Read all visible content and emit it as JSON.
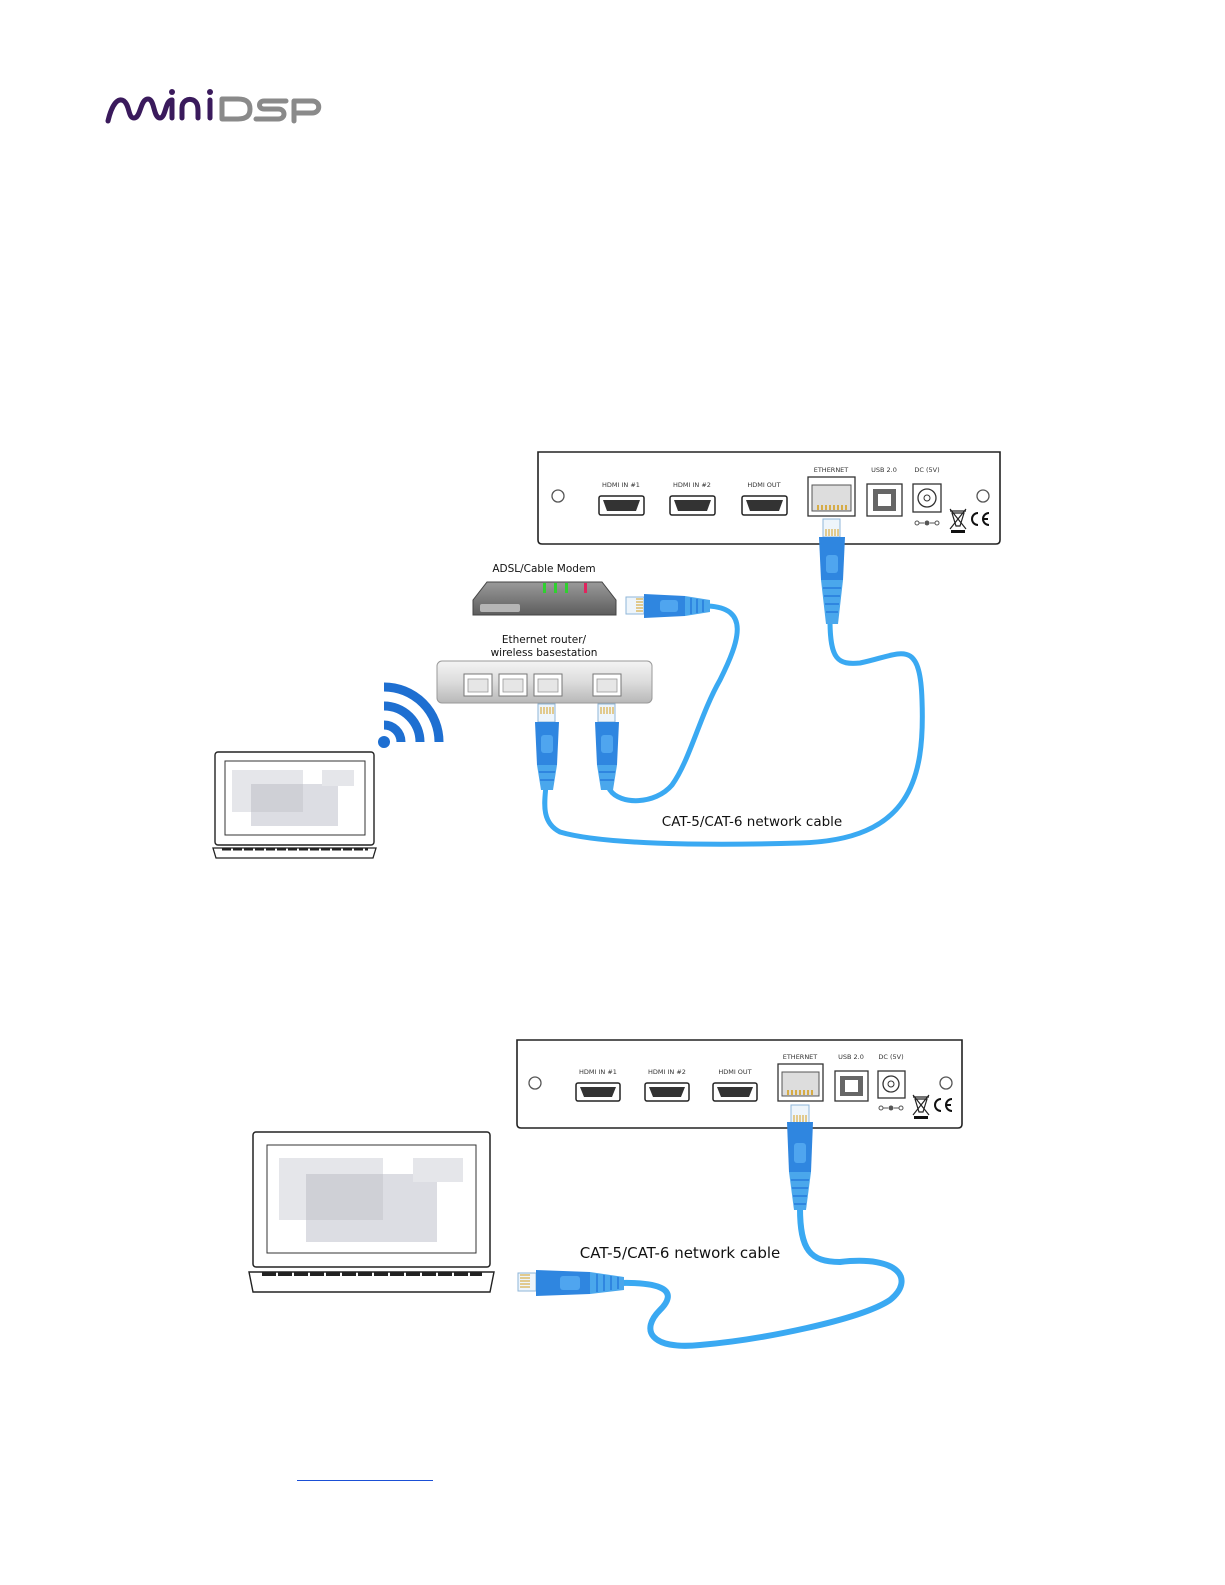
{
  "logo": {
    "text": "miniDSP"
  },
  "colors": {
    "cable": "#3aa9f2",
    "connector": "#2f86e0",
    "logo_purple": "#3a1a5c",
    "logo_gray": "#8a8a8a"
  },
  "diagram1": {
    "device_ports": {
      "hdmi_in_1": "HDMI IN #1",
      "hdmi_in_2": "HDMI IN #2",
      "hdmi_out": "HDMI OUT",
      "ethernet": "ETHERNET",
      "usb": "USB 2.0",
      "dc": "DC (5V)"
    },
    "modem_label": "ADSL/Cable Modem",
    "router_label_line1": "Ethernet router/",
    "router_label_line2": "wireless basestation",
    "cable_label": "CAT-5/CAT-6 network cable"
  },
  "diagram2": {
    "device_ports": {
      "hdmi_in_1": "HDMI IN #1",
      "hdmi_in_2": "HDMI IN #2",
      "hdmi_out": "HDMI OUT",
      "ethernet": "ETHERNET",
      "usb": "USB 2.0",
      "dc": "DC (5V)"
    },
    "cable_label": "CAT-5/CAT-6 network cable"
  },
  "footer": {
    "link_text": ""
  }
}
